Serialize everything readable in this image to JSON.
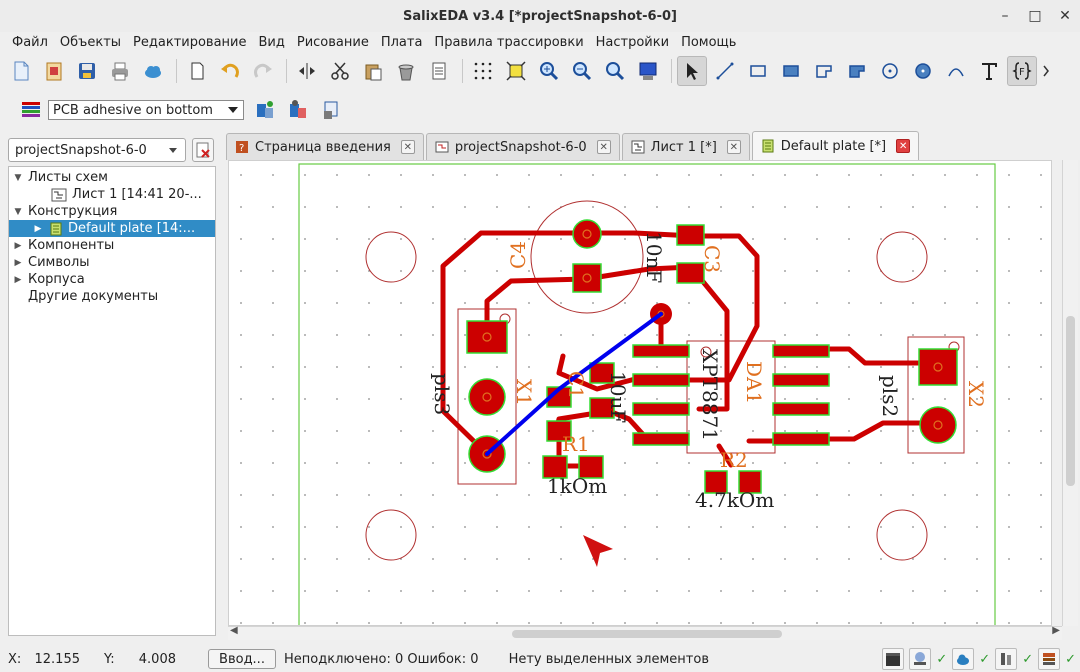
{
  "window": {
    "title": "SalixEDA v3.4 [*projectSnapshot-6-0]",
    "minimize": "–",
    "maximize": "□",
    "close": "✕"
  },
  "menu": [
    "Файл",
    "Объекты",
    "Редактирование",
    "Вид",
    "Рисование",
    "Плата",
    "Правила трассировки",
    "Настройки",
    "Помощь"
  ],
  "layer_toolbar": {
    "selected_layer": "PCB adhesive on bottom"
  },
  "project": {
    "selected": "projectSnapshot-6-0"
  },
  "tree": [
    {
      "label": "Листы схем",
      "level": 0,
      "expanded": true
    },
    {
      "label": "Лист 1 [14:41 20-...",
      "level": 1
    },
    {
      "label": "Конструкция",
      "level": 0,
      "expanded": true
    },
    {
      "label": "Default plate [14:...",
      "level": 1,
      "selected": true
    },
    {
      "label": "Компоненты",
      "level": 0
    },
    {
      "label": "Символы",
      "level": 0
    },
    {
      "label": "Корпуса",
      "level": 0
    },
    {
      "label": "Другие документы",
      "level": 0
    }
  ],
  "tabs": [
    {
      "label": "Страница введения"
    },
    {
      "label": "projectSnapshot-6-0"
    },
    {
      "label": "Лист 1 [*]"
    },
    {
      "label": "Default plate [*]",
      "active": true
    }
  ],
  "pcb": {
    "labels": {
      "c4": "C4",
      "c3": "C3",
      "c3_value": "10nF",
      "x1": "X1",
      "x1_part": "pls3",
      "c1": "C1",
      "c1_value": "10uF",
      "r1": "R1",
      "r1_value": "1kOm",
      "da1": "DA1",
      "da1_part": "XPT8871",
      "x2": "X2",
      "x2_part": "pls2",
      "r2": "R2",
      "r2_value": "4.7kOm"
    },
    "colors": {
      "copper": "#cc0000",
      "pad_outline": "#33dd33",
      "silk": "#e07020",
      "ratsnest": "#0000ee",
      "board_edge": "#66cc44",
      "outline": "#b03030"
    }
  },
  "status": {
    "x_label": "X:",
    "x_value": "12.155",
    "y_label": "Y:",
    "y_value": "4.008",
    "enter_button": "Ввод...",
    "connections": "Неподключено: 0 Ошибок: 0",
    "selection": "Нету выделенных элементов",
    "checks": [
      "✓",
      "✓",
      "✓",
      "✓"
    ]
  }
}
